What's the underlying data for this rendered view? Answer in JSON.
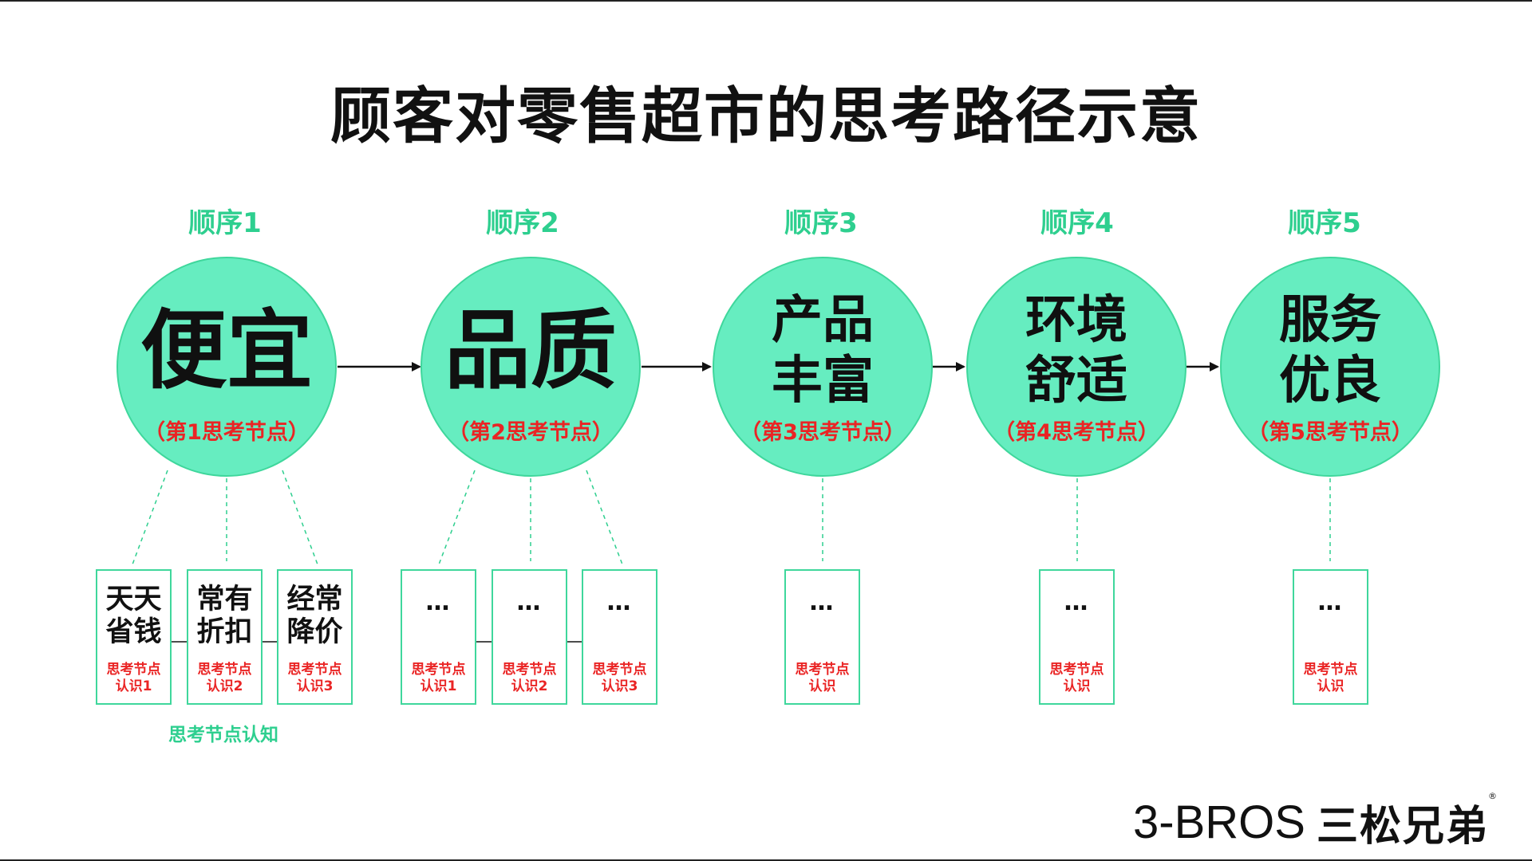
{
  "title": "顾客对零售超市的思考路径示意",
  "colors": {
    "accent_green": "#2ecf8f",
    "circle_fill": "#66edc0",
    "red": "#ea2424"
  },
  "steps": [
    {
      "order": "顺序1",
      "name_lines": [
        "便宜"
      ],
      "node": "（第1思考节点）"
    },
    {
      "order": "顺序2",
      "name_lines": [
        "品质"
      ],
      "node": "（第2思考节点）"
    },
    {
      "order": "顺序3",
      "name_lines": [
        "产品",
        "丰富"
      ],
      "node": "（第3思考节点）"
    },
    {
      "order": "顺序4",
      "name_lines": [
        "环境",
        "舒适"
      ],
      "node": "（第4思考节点）"
    },
    {
      "order": "顺序5",
      "name_lines": [
        "服务",
        "优良"
      ],
      "node": "（第5思考节点）"
    }
  ],
  "cards": {
    "c1": {
      "line1": "天天",
      "line2": "省钱",
      "label1": "思考节点",
      "label2": "认识1"
    },
    "c2": {
      "line1": "常有",
      "line2": "折扣",
      "label1": "思考节点",
      "label2": "认识2"
    },
    "c3": {
      "line1": "经常",
      "line2": "降价",
      "label1": "思考节点",
      "label2": "认识3"
    },
    "c4": {
      "text": "…",
      "label1": "思考节点",
      "label2": "认识1"
    },
    "c5": {
      "text": "…",
      "label1": "思考节点",
      "label2": "认识2"
    },
    "c6": {
      "text": "…",
      "label1": "思考节点",
      "label2": "认识3"
    },
    "c7": {
      "text": "…",
      "label1": "思考节点",
      "label2": "认识"
    },
    "c8": {
      "text": "…",
      "label1": "思考节点",
      "label2": "认识"
    },
    "c9": {
      "text": "…",
      "label1": "思考节点",
      "label2": "认识"
    }
  },
  "caption": "思考节点认知",
  "logo": {
    "en": "3-BROS",
    "cn": "三松兄弟",
    "reg": "®"
  }
}
